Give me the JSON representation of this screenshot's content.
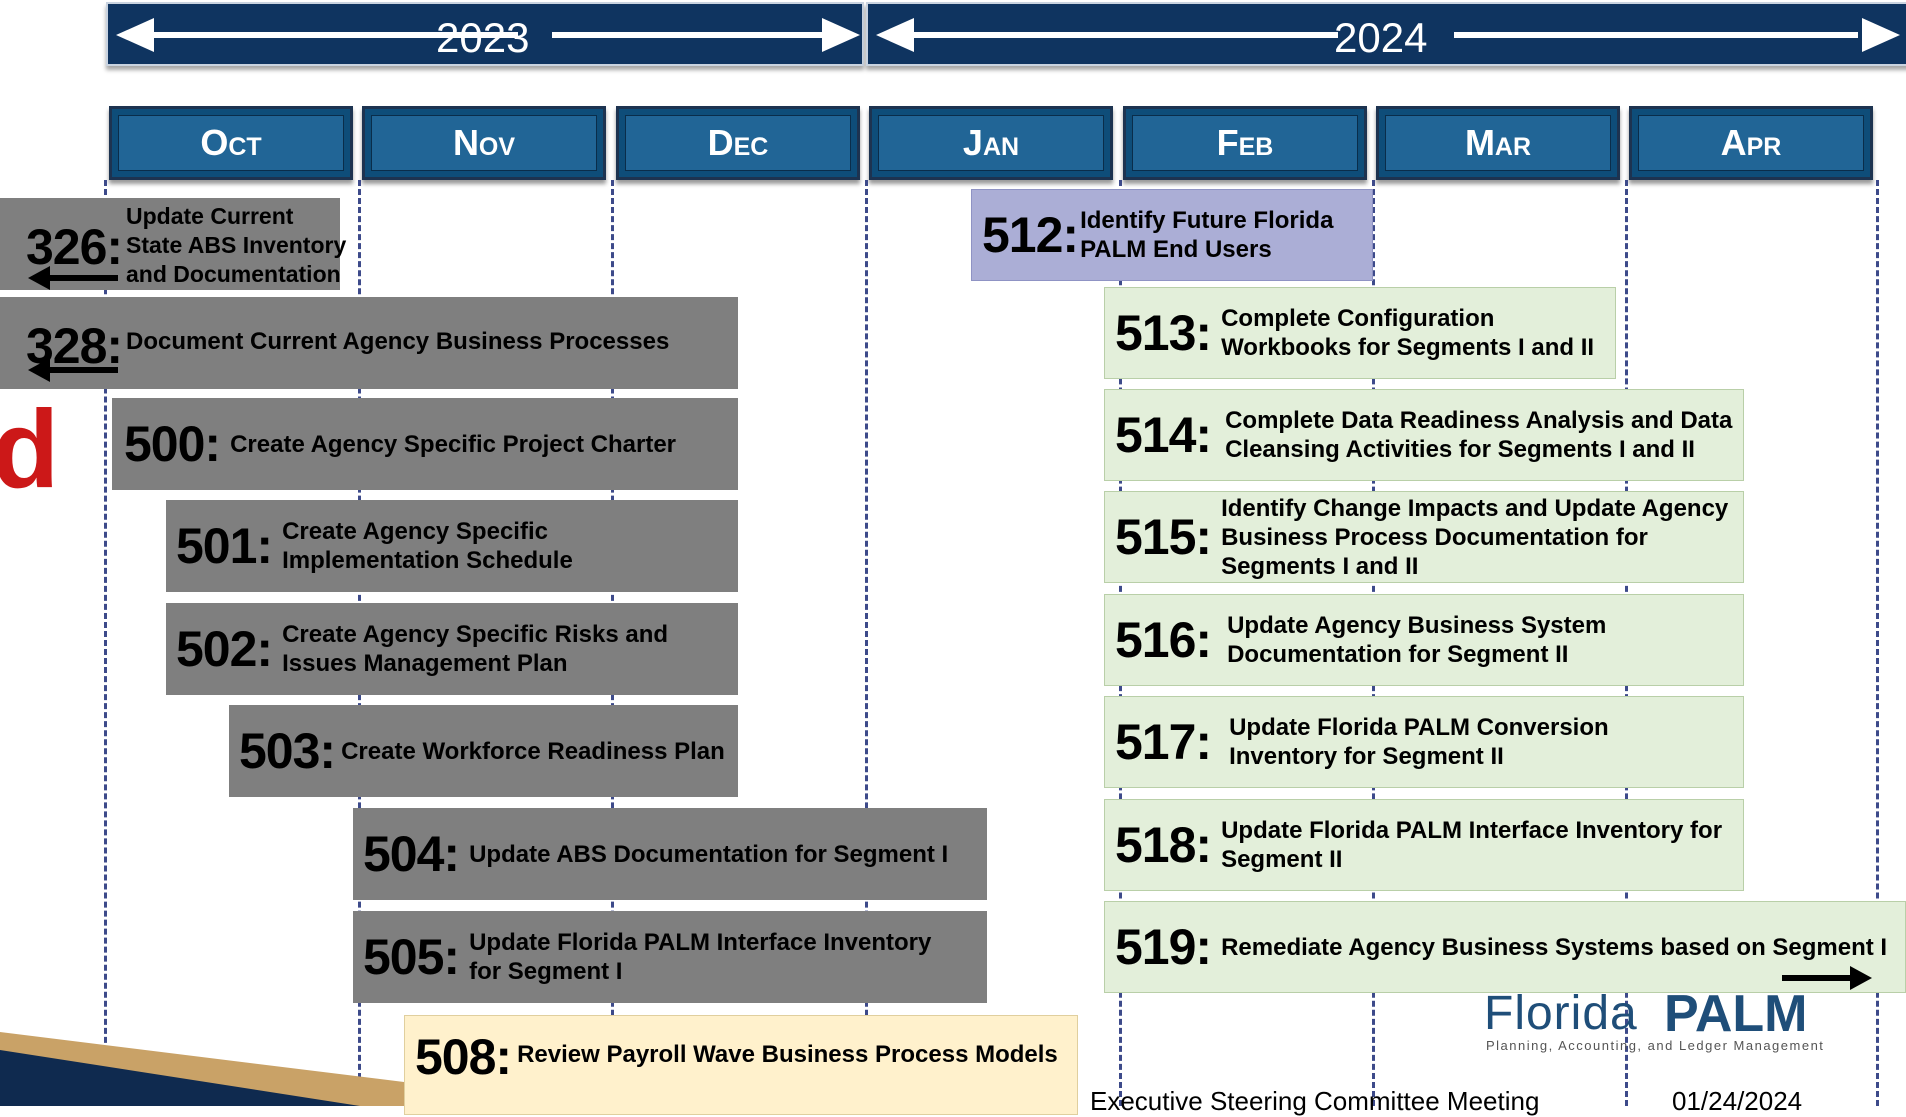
{
  "timeline": {
    "years": [
      {
        "label": "2023"
      },
      {
        "label": "2024"
      }
    ],
    "months": [
      "Oct",
      "Nov",
      "Dec",
      "Jan",
      "Feb",
      "Mar",
      "Apr"
    ]
  },
  "tasks": [
    {
      "num": "326:",
      "desc": "Update Current\nState ABS Inventory\nand Documentation",
      "color": "#7f7f7f",
      "continues_from_before": true
    },
    {
      "num": "328:",
      "desc": "Document Current Agency Business Processes",
      "color": "#7f7f7f",
      "continues_from_before": true
    },
    {
      "num": "500:",
      "desc": "Create Agency Specific Project Charter",
      "color": "#7f7f7f"
    },
    {
      "num": "501:",
      "desc": "Create Agency Specific\nImplementation Schedule",
      "color": "#7f7f7f"
    },
    {
      "num": "502:",
      "desc": "Create Agency Specific Risks and\nIssues Management Plan",
      "color": "#7f7f7f"
    },
    {
      "num": "503:",
      "desc": "Create Workforce Readiness Plan",
      "color": "#7f7f7f"
    },
    {
      "num": "504:",
      "desc": "Update ABS Documentation for Segment I",
      "color": "#7f7f7f"
    },
    {
      "num": "505:",
      "desc": "Update Florida PALM Interface Inventory\nfor Segment I",
      "color": "#7f7f7f"
    },
    {
      "num": "508:",
      "desc": "Review Payroll Wave Business Process Models",
      "color": "#fff1cc"
    },
    {
      "num": "512:",
      "desc": "Identify Future Florida\nPALM End Users",
      "color": "#abaed6"
    },
    {
      "num": "513:",
      "desc": "Complete Configuration\nWorkbooks for Segments I and II",
      "color": "#e3efda"
    },
    {
      "num": "514:",
      "desc": "Complete Data Readiness Analysis and Data\nCleansing Activities for Segments I and II",
      "color": "#e3efda"
    },
    {
      "num": "515:",
      "desc": "Identify Change Impacts and Update Agency\nBusiness Process Documentation for\nSegments I and II",
      "color": "#e3efda"
    },
    {
      "num": "516:",
      "desc": "Update Agency Business System\nDocumentation for Segment II",
      "color": "#e3efda"
    },
    {
      "num": "517:",
      "desc": "Update Florida PALM Conversion\nInventory for Segment II",
      "color": "#e3efda"
    },
    {
      "num": "518:",
      "desc": "Update Florida PALM Interface Inventory for\nSegment II",
      "color": "#e3efda"
    },
    {
      "num": "519:",
      "desc": "Remediate Agency Business Systems based on Segment I",
      "color": "#e3efda",
      "continues_after": true
    }
  ],
  "partial_title_letter": "d",
  "logo": {
    "word1": "Florida",
    "word2": "PALM",
    "tagline": "Planning, Accounting, and Ledger Management"
  },
  "footer": {
    "meeting": "Executive Steering Committee Meeting",
    "date": "01/24/2024"
  },
  "colors": {
    "year_band": "#0f3460",
    "month_header": "#216596",
    "divider": "#3d4a8a",
    "title_red": "#cc1818",
    "logo_blue": "#1f4e79"
  }
}
